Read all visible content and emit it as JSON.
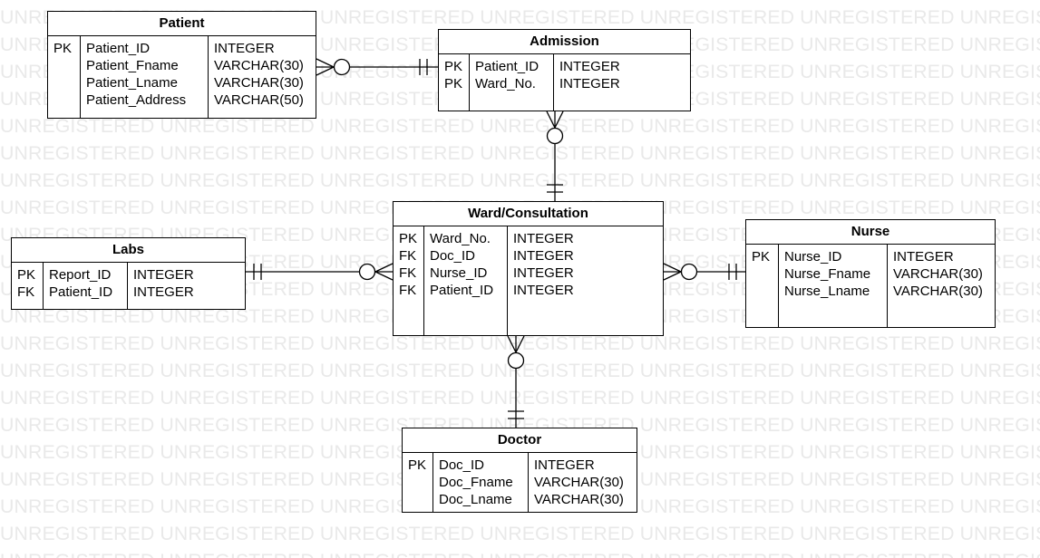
{
  "watermark_text": "UNREGISTERED",
  "entities": {
    "patient": {
      "title": "Patient",
      "keys": [
        "PK",
        "",
        "",
        ""
      ],
      "names": [
        "Patient_ID",
        "Patient_Fname",
        "Patient_Lname",
        "Patient_Address"
      ],
      "types": [
        "INTEGER",
        "VARCHAR(30)",
        "VARCHAR(30)",
        "VARCHAR(50)"
      ]
    },
    "admission": {
      "title": "Admission",
      "keys": [
        "PK",
        "PK"
      ],
      "names": [
        "Patient_ID",
        "Ward_No."
      ],
      "types": [
        "INTEGER",
        "INTEGER"
      ]
    },
    "ward": {
      "title": "Ward/Consultation",
      "keys": [
        "PK",
        "FK",
        "FK",
        "FK"
      ],
      "names": [
        "Ward_No.",
        "Doc_ID",
        "Nurse_ID",
        "Patient_ID"
      ],
      "types": [
        "INTEGER",
        "INTEGER",
        "INTEGER",
        "INTEGER"
      ]
    },
    "labs": {
      "title": "Labs",
      "keys": [
        "PK",
        "FK"
      ],
      "names": [
        "Report_ID",
        "Patient_ID"
      ],
      "types": [
        "INTEGER",
        "INTEGER"
      ]
    },
    "nurse": {
      "title": "Nurse",
      "keys": [
        "PK",
        "",
        ""
      ],
      "names": [
        "Nurse_ID",
        "Nurse_Fname",
        "Nurse_Lname"
      ],
      "types": [
        "INTEGER",
        "VARCHAR(30)",
        "VARCHAR(30)"
      ]
    },
    "doctor": {
      "title": "Doctor",
      "keys": [
        "PK",
        "",
        ""
      ],
      "names": [
        "Doc_ID",
        "Doc_Fname",
        "Doc_Lname"
      ],
      "types": [
        "INTEGER",
        "VARCHAR(30)",
        "VARCHAR(30)"
      ]
    }
  },
  "relationships": [
    {
      "from": "Patient",
      "from_end": "zero-or-many",
      "to": "Admission",
      "to_end": "exactly-one"
    },
    {
      "from": "Admission",
      "from_end": "zero-or-many",
      "to": "Ward/Consultation",
      "to_end": "exactly-one"
    },
    {
      "from": "Labs",
      "from_end": "exactly-one",
      "to": "Ward/Consultation",
      "to_end": "zero-or-many"
    },
    {
      "from": "Ward/Consultation",
      "from_end": "zero-or-many",
      "to": "Nurse",
      "to_end": "exactly-one"
    },
    {
      "from": "Ward/Consultation",
      "from_end": "zero-or-many",
      "to": "Doctor",
      "to_end": "exactly-one"
    }
  ]
}
